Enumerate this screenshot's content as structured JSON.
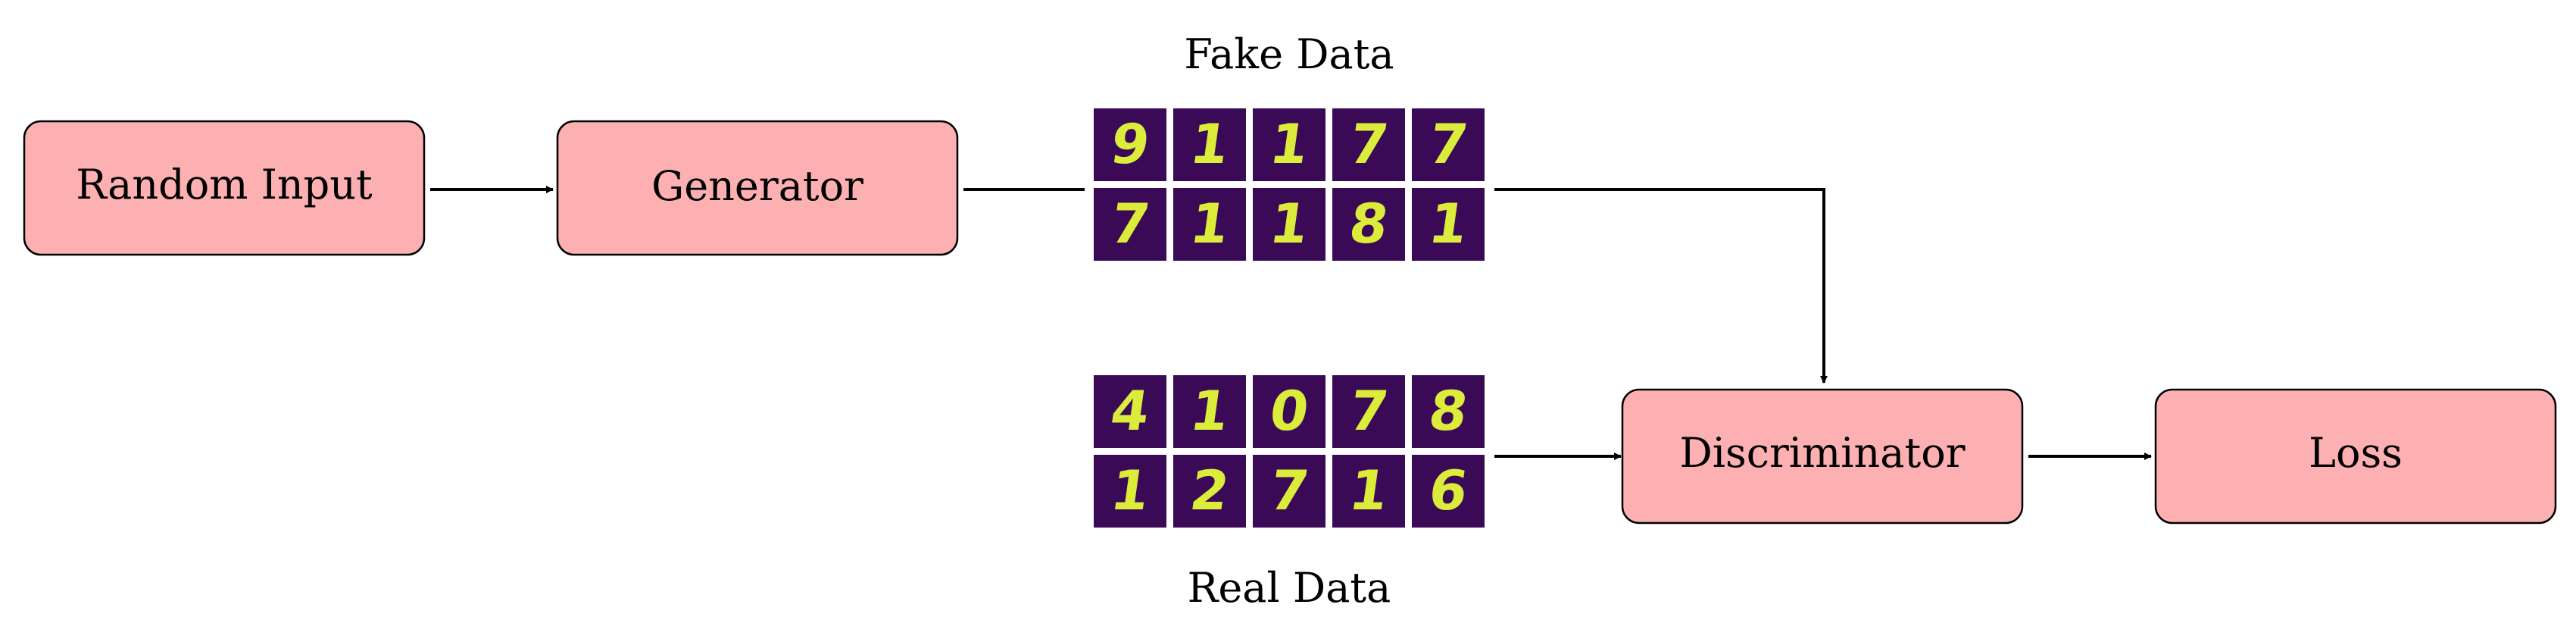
{
  "colors": {
    "node_fill": "#fcb0b2",
    "tile_bg": "#3b0a57",
    "digit": "#dcec3a"
  },
  "nodes": {
    "random_input": "Random Input",
    "generator": "Generator",
    "discriminator": "Discriminator",
    "loss": "Loss"
  },
  "captions": {
    "fake_data": "Fake Data",
    "real_data": "Real Data"
  },
  "fake_digits": [
    "9",
    "1",
    "1",
    "7",
    "7",
    "7",
    "1",
    "1",
    "8",
    "1"
  ],
  "real_digits": [
    "4",
    "1",
    "0",
    "7",
    "8",
    "1",
    "2",
    "7",
    "1",
    "6"
  ]
}
